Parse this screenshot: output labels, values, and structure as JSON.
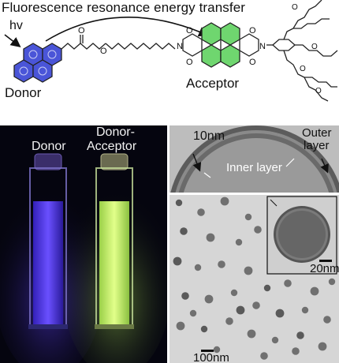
{
  "scheme": {
    "title": "Fluorescence resonance energy transfer",
    "excitation": "hv",
    "donor": "Donor",
    "acceptor": "Acceptor"
  },
  "photo": {
    "donor": "Donor",
    "donor_acceptor_1": "Donor-",
    "donor_acceptor_2": "Acceptor"
  },
  "tem_top": {
    "scale": "10nm",
    "outer_1": "Outer",
    "outer_2": "layer",
    "inner": "Inner layer"
  },
  "tem_bottom": {
    "inset_scale": "20nm",
    "main_scale": "100nm"
  },
  "colors": {
    "donor_ring": "#4a55d8",
    "acceptor_ring": "#6fd66f",
    "donor_glow": "#5a3cf0",
    "acceptor_glow": "#b4ec5a"
  }
}
